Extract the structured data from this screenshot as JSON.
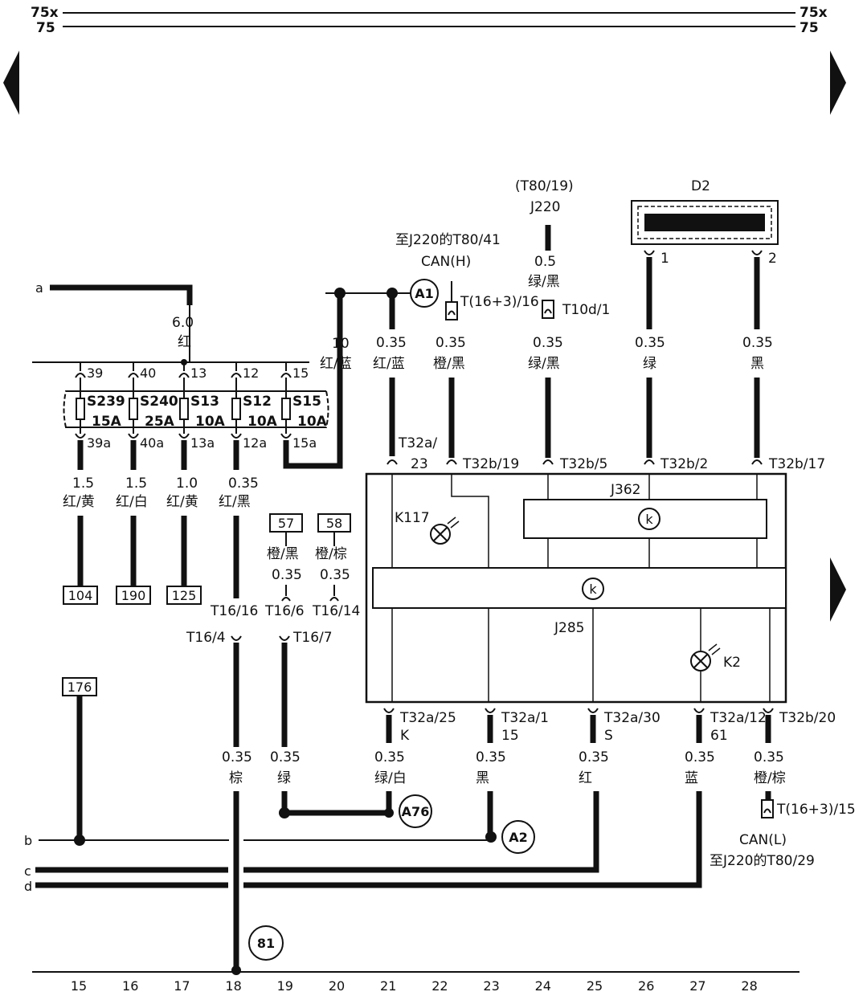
{
  "rails": {
    "top1": "75x",
    "top2": "75",
    "right1": "75x",
    "right2": "75"
  },
  "buses": {
    "a": "a",
    "b": "b",
    "c": "c",
    "d": "d"
  },
  "fuses": [
    {
      "pin": "39",
      "out": "39a",
      "name": "S239",
      "amp": "15A"
    },
    {
      "pin": "40",
      "out": "40a",
      "name": "S240",
      "amp": "25A"
    },
    {
      "pin": "13",
      "out": "13a",
      "name": "S13",
      "amp": "10A"
    },
    {
      "pin": "12",
      "out": "12a",
      "name": "S12",
      "amp": "10A"
    },
    {
      "pin": "15",
      "out": "15a",
      "name": "S15",
      "amp": "10A"
    }
  ],
  "feed": {
    "size": "6.0",
    "color": "红"
  },
  "feed10": {
    "size": "10",
    "color": "红/蓝"
  },
  "fuse_wires": [
    {
      "size": "1.5",
      "color": "红/黄",
      "ref": "104"
    },
    {
      "size": "1.5",
      "color": "红/白",
      "ref": "190"
    },
    {
      "size": "1.0",
      "color": "红/黄",
      "ref": "125"
    },
    {
      "size": "0.35",
      "color": "红/黑"
    }
  ],
  "ref176": "176",
  "ref57": {
    "box": "57",
    "color": "橙/黑",
    "size": "0.35",
    "conn": "T16/6"
  },
  "ref58": {
    "box": "58",
    "color": "橙/棕",
    "size": "0.35",
    "conn": "T16/14"
  },
  "t16": {
    "c16": "T16/16",
    "c4": "T16/4",
    "c7": "T16/7"
  },
  "wire_a1": {
    "size": "0.35",
    "color": "红/蓝",
    "conn": "T32a/",
    "conn2": "23"
  },
  "canh": {
    "to": "至J220的T80/41",
    "name": "CAN(H)",
    "conn": "T(16+3)/16",
    "size": "0.35",
    "color": "橙/黑",
    "pin": "T32b/19"
  },
  "j220": {
    "pin": "(T80/19)",
    "name": "J220",
    "size": "0.5",
    "color": "绿/黑",
    "conn": "T10d/1",
    "size2": "0.35",
    "color2": "绿/黑",
    "pin2": "T32b/5"
  },
  "d2": {
    "name": "D2",
    "p1": "1",
    "p2": "2",
    "w1size": "0.35",
    "w1color": "绿",
    "w1pin": "T32b/2",
    "w2size": "0.35",
    "w2color": "黑",
    "w2pin": "T32b/17"
  },
  "modules": {
    "j362": "J362",
    "j285": "J285",
    "k117": "K117",
    "k2": "K2",
    "symbol": "k"
  },
  "bottom_pins": [
    {
      "pin": "T32a/25",
      "sig": "K",
      "size": "0.35",
      "color": "绿/白"
    },
    {
      "pin": "T32a/1",
      "sig": "15",
      "size": "0.35",
      "color": "黑"
    },
    {
      "pin": "T32a/30",
      "sig": "S",
      "size": "0.35",
      "color": "红"
    },
    {
      "pin": "T32a/12",
      "sig": "61",
      "size": "0.35",
      "color": "蓝"
    },
    {
      "pin": "T32b/20",
      "sig": "",
      "size": "0.35",
      "color": "橙/棕"
    }
  ],
  "brown": {
    "size": "0.35",
    "color": "棕"
  },
  "green": {
    "size": "0.35",
    "color": "绿"
  },
  "canl": {
    "conn": "T(16+3)/15",
    "name": "CAN(L)",
    "to": "至J220的T80/29"
  },
  "circles": {
    "a1": "A1",
    "a76": "A76",
    "a2": "A2",
    "g81": "81"
  },
  "columns": [
    "15",
    "16",
    "17",
    "18",
    "19",
    "20",
    "21",
    "22",
    "23",
    "24",
    "25",
    "26",
    "27",
    "28"
  ]
}
